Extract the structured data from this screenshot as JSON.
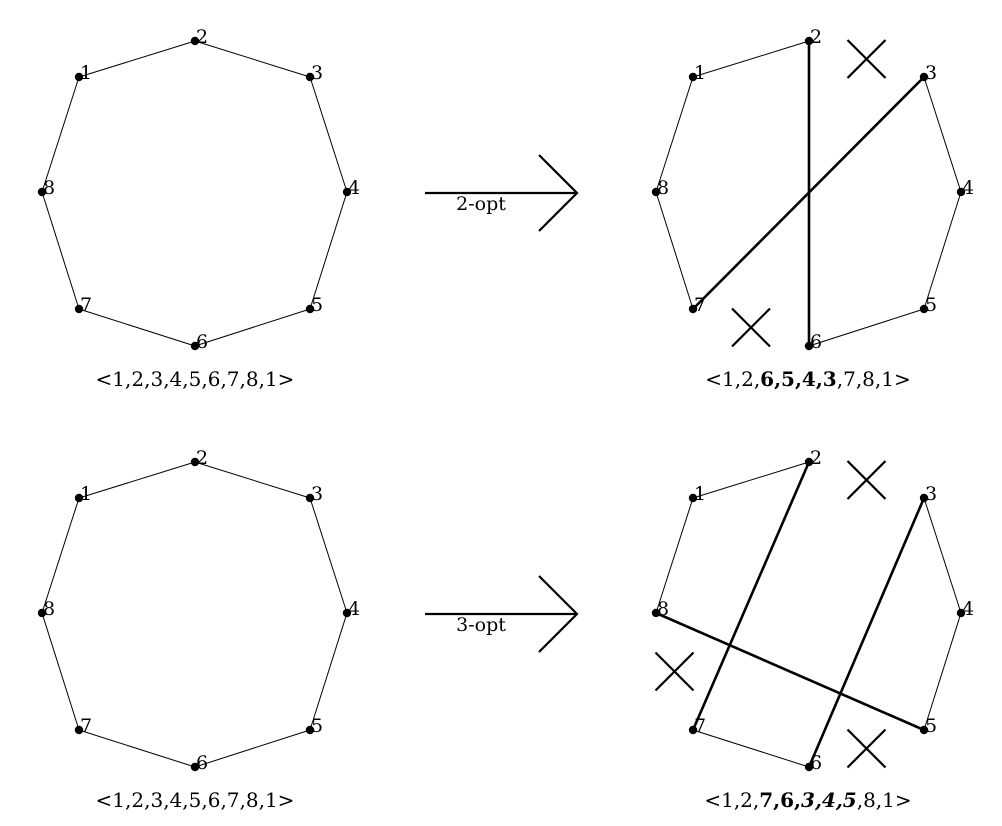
{
  "panels": [
    {
      "id": "top-left",
      "nodes": [
        {
          "label": "1"
        },
        {
          "label": "2"
        },
        {
          "label": "3"
        },
        {
          "label": "4"
        },
        {
          "label": "5"
        },
        {
          "label": "6"
        },
        {
          "label": "7"
        },
        {
          "label": "8"
        }
      ],
      "thin_edges": [
        [
          1,
          2
        ],
        [
          2,
          3
        ],
        [
          3,
          4
        ],
        [
          4,
          5
        ],
        [
          5,
          6
        ],
        [
          6,
          7
        ],
        [
          7,
          8
        ],
        [
          8,
          1
        ]
      ],
      "thick_edges": [],
      "sequence": [
        {
          "text": "<1,2,3,4,5,6,7,8,1>",
          "style": "normal"
        }
      ]
    },
    {
      "id": "top-right",
      "nodes": [
        {
          "label": "1"
        },
        {
          "label": "2"
        },
        {
          "label": "3"
        },
        {
          "label": "4"
        },
        {
          "label": "5"
        },
        {
          "label": "6"
        },
        {
          "label": "7"
        },
        {
          "label": "8"
        }
      ],
      "thin_edges": [
        [
          8,
          1
        ],
        [
          1,
          2
        ],
        [
          3,
          4
        ],
        [
          4,
          5
        ],
        [
          5,
          6
        ],
        [
          7,
          8
        ]
      ],
      "thick_edges": [
        [
          2,
          6
        ],
        [
          3,
          7
        ]
      ],
      "removed_edges": [
        [
          2,
          3
        ],
        [
          6,
          7
        ]
      ],
      "sequence": [
        {
          "text": "<1,2,",
          "style": "normal"
        },
        {
          "text": "6,5,4,3",
          "style": "bold"
        },
        {
          "text": ",7,8,1>",
          "style": "normal"
        }
      ]
    },
    {
      "id": "bottom-left",
      "nodes": [
        {
          "label": "1"
        },
        {
          "label": "2"
        },
        {
          "label": "3"
        },
        {
          "label": "4"
        },
        {
          "label": "5"
        },
        {
          "label": "6"
        },
        {
          "label": "7"
        },
        {
          "label": "8"
        }
      ],
      "thin_edges": [
        [
          1,
          2
        ],
        [
          2,
          3
        ],
        [
          3,
          4
        ],
        [
          4,
          5
        ],
        [
          5,
          6
        ],
        [
          6,
          7
        ],
        [
          7,
          8
        ],
        [
          8,
          1
        ]
      ],
      "thick_edges": [],
      "sequence": [
        {
          "text": "<1,2,3,4,5,6,7,8,1>",
          "style": "normal"
        }
      ]
    },
    {
      "id": "bottom-right",
      "nodes": [
        {
          "label": "1"
        },
        {
          "label": "2"
        },
        {
          "label": "3"
        },
        {
          "label": "4"
        },
        {
          "label": "5"
        },
        {
          "label": "6"
        },
        {
          "label": "7"
        },
        {
          "label": "8"
        }
      ],
      "thin_edges": [
        [
          8,
          1
        ],
        [
          1,
          2
        ],
        [
          3,
          4
        ],
        [
          4,
          5
        ],
        [
          6,
          7
        ]
      ],
      "thick_edges": [
        [
          2,
          7
        ],
        [
          3,
          6
        ],
        [
          8,
          5
        ]
      ],
      "removed_edges": [
        [
          2,
          3
        ],
        [
          7,
          8
        ],
        [
          5,
          6
        ]
      ],
      "sequence": [
        {
          "text": "<1,2,",
          "style": "normal"
        },
        {
          "text": "7,6,",
          "style": "bold"
        },
        {
          "text": "3,4,5",
          "style": "bold-italic"
        },
        {
          "text": ",8,1>",
          "style": "normal"
        }
      ]
    }
  ],
  "arrows": [
    {
      "label": "2-opt"
    },
    {
      "label": "3-opt"
    }
  ]
}
